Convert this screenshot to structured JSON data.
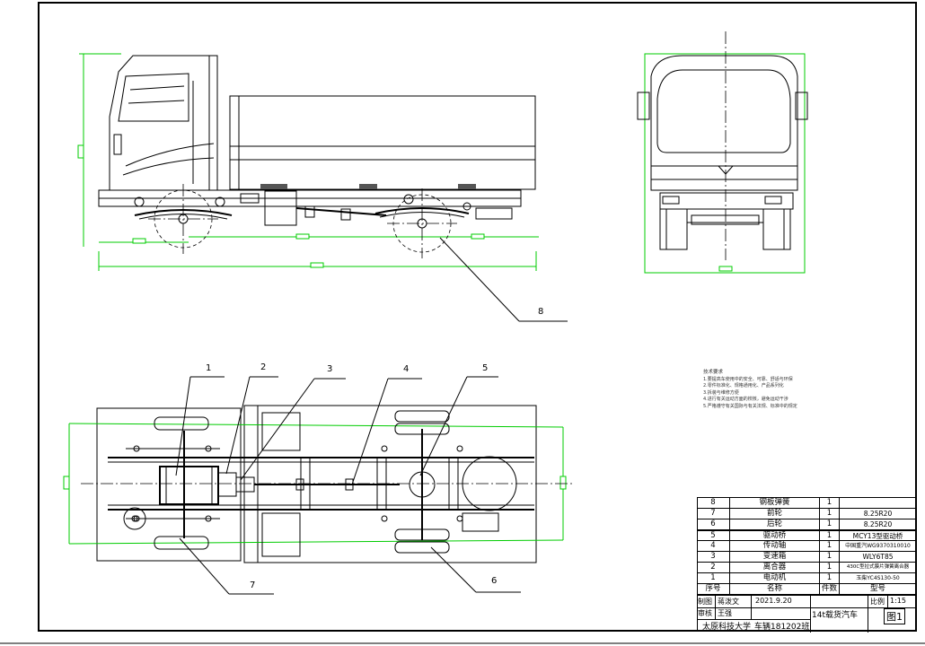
{
  "balloons": [
    "1",
    "2",
    "3",
    "4",
    "5",
    "6",
    "7",
    "8"
  ],
  "tech_notes": {
    "title": "技术要求",
    "lines": [
      "1.要提高车使用中的安全、可靠、舒适与环保",
      "2.零件标准化、规格通用化、产品系列化",
      "3.拆装与维修方便",
      "4.进行有关运动方面的校核，避免运动干涉",
      "5.严格遵守有关国际与有关法规、标准中的规定"
    ]
  },
  "parts_list": [
    {
      "no": "8",
      "name": "钢板弹簧",
      "qty": "1",
      "model": ""
    },
    {
      "no": "7",
      "name": "前轮",
      "qty": "1",
      "model": "8.25R20"
    },
    {
      "no": "6",
      "name": "后轮",
      "qty": "1",
      "model": "8.25R20"
    },
    {
      "no": "5",
      "name": "驱动桥",
      "qty": "1",
      "model": "MCY13型驱动桥"
    },
    {
      "no": "4",
      "name": "传动轴",
      "qty": "1",
      "model": "中国重汽WG9370310010"
    },
    {
      "no": "3",
      "name": "变速箱",
      "qty": "1",
      "model": "WLY6T85"
    },
    {
      "no": "2",
      "name": "离合器",
      "qty": "1",
      "model": "430C型拉式膜片弹簧离合器"
    },
    {
      "no": "1",
      "name": "电动机",
      "qty": "1",
      "model": "玉柴YC4S130-50"
    }
  ],
  "parts_header": {
    "no": "序号",
    "name": "名称",
    "qty": "件数",
    "model": "型号"
  },
  "title_block": {
    "draw_label": "制图",
    "draw_name": "蒋泼文",
    "date": "2021.9.20",
    "check_label": "审核",
    "check_name": "王强",
    "title": "14t载货汽车",
    "scale_label": "比例",
    "scale": "1:15",
    "school": "太原科技大学",
    "class_name": "车辆181202班",
    "sheet": "图1"
  }
}
